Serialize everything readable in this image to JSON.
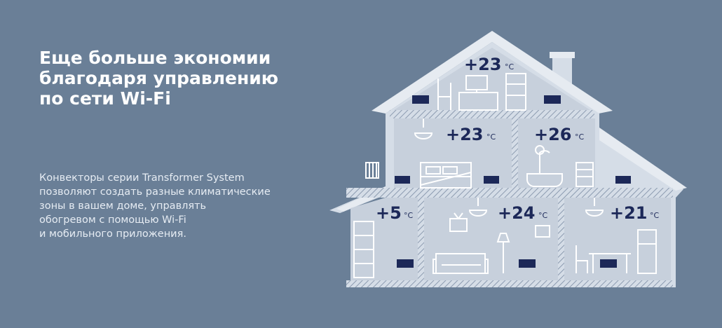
{
  "headline": {
    "line1": "Еще больше экономии",
    "line2": "благодаря управлению",
    "line3": "по сети Wi-Fi"
  },
  "description": {
    "line1": "Конвекторы серии Transformer System",
    "line2": "позволяют создать разные климатические",
    "line3": "зоны в вашем доме, управлять",
    "line4": "обогревом с помощью Wi-Fi",
    "line5": "и мобильного приложения."
  },
  "rooms": {
    "attic": {
      "temp": "+23",
      "unit": "°C"
    },
    "bedroom": {
      "temp": "+23",
      "unit": "°C"
    },
    "bathroom": {
      "temp": "+26",
      "unit": "°C"
    },
    "storage": {
      "temp": "+5",
      "unit": "°C"
    },
    "living_room": {
      "temp": "+24",
      "unit": "°C"
    },
    "kitchen": {
      "temp": "+21",
      "unit": "°C"
    }
  },
  "colors": {
    "background": "#6a7f97",
    "house_fill": "#d5dde7",
    "house_outline": "#e6ebf1",
    "heater": "#1c2858",
    "temperature_text": "#1c2858"
  }
}
